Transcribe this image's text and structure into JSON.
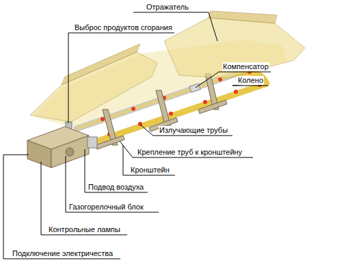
{
  "diagram": {
    "labels": [
      "Отражатель",
      "Выброс продуктов сгорания",
      "Компенсатор",
      "Колено",
      "Излучающие трубы",
      "Крепление труб к кронштейну",
      "Кронштейн",
      "Подвод воздуха",
      "Газогорелочный блок",
      "Контрольные лампы",
      "Подключение электричества"
    ]
  }
}
